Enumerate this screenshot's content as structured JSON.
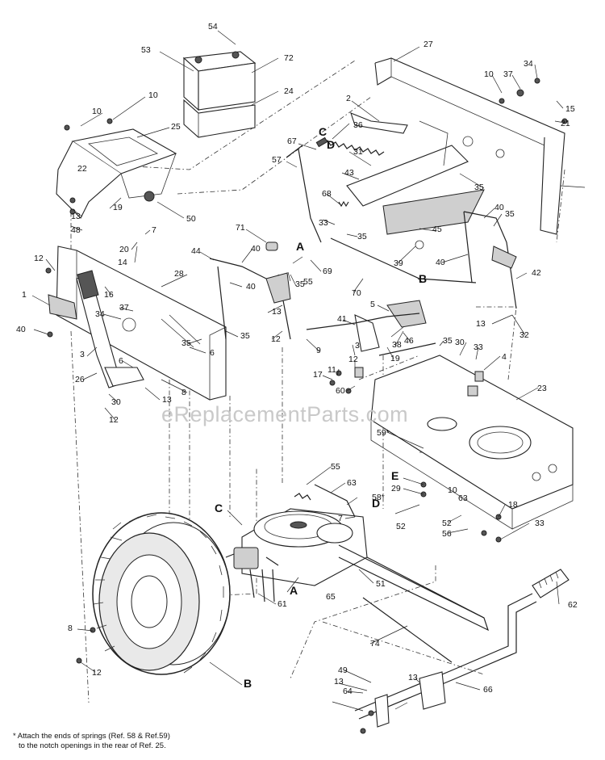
{
  "callouts": [
    "54",
    "53",
    "72",
    "24",
    "27",
    "34",
    "10",
    "37",
    "15",
    "21",
    "10",
    "10",
    "25",
    "2",
    "36",
    "C",
    "D",
    "67",
    "31",
    "57",
    "43",
    "35",
    "22",
    "68",
    "33",
    "19",
    "50",
    "13",
    "48",
    "7",
    "71",
    "40",
    "40",
    "35",
    "20",
    "14",
    "45",
    "A",
    "35",
    "44",
    "40",
    "12",
    "28",
    "69",
    "55",
    "39",
    "35",
    "42",
    "16",
    "40",
    "B",
    "70",
    "1",
    "37",
    "34",
    "5",
    "41",
    "13",
    "40",
    "32",
    "35",
    "13",
    "35",
    "12",
    "38",
    "35",
    "46",
    "9",
    "6",
    "3",
    "30",
    "33",
    "4",
    "19",
    "3",
    "12",
    "11",
    "6",
    "26",
    "17",
    "23",
    "13",
    "8",
    "30",
    "12",
    "60",
    "59*",
    "55",
    "63",
    "58*",
    "C",
    "D",
    "52",
    "E",
    "29",
    "10",
    "63",
    "7",
    "18",
    "52",
    "56",
    "33",
    "A",
    "51",
    "65",
    "61",
    "62",
    "8",
    "74",
    "12",
    "B",
    "49",
    "13",
    "64",
    "13",
    "66"
  ],
  "watermark": "eReplacementParts.com",
  "footnote": {
    "line1": "* Attach the ends of springs (Ref. 58 & Ref.59)",
    "line2": "to the notch openings in the rear of Ref. 25."
  }
}
